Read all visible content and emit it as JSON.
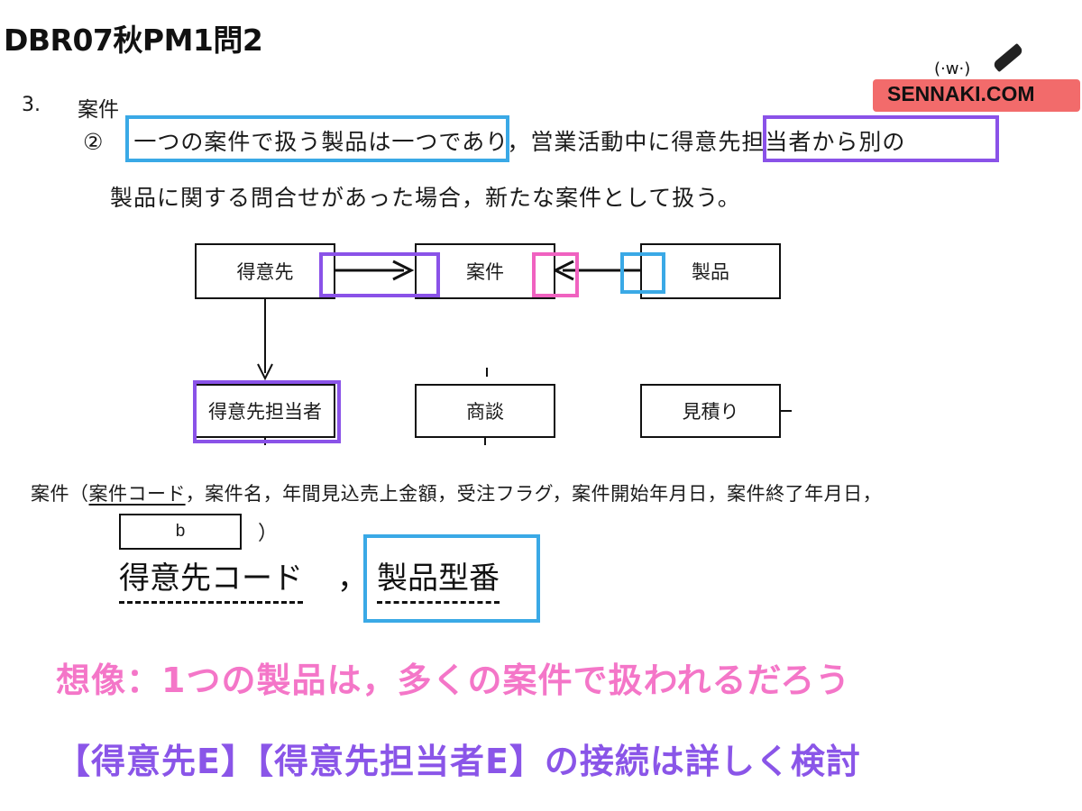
{
  "header": {
    "title": "DBR07秋PM1問2"
  },
  "logo": {
    "face": "(·w·)",
    "brand": "SENNAKI.COM"
  },
  "section": {
    "number": "3.",
    "title": "案件"
  },
  "rule": {
    "line1_marker": "②",
    "line1_part1": "一つの案件で扱う製品は一つ",
    "line1_part2": "であり，営業活動中に",
    "line1_part3": "得意先担当者から",
    "line1_part4": "別の",
    "line2": "製品に関する問合せがあった場合，新たな案件として扱う。"
  },
  "diagram": {
    "entities": {
      "customer": "得意先",
      "deal": "案件",
      "product": "製品",
      "customer_contact": "得意先担当者",
      "negotiation": "商談",
      "estimate": "見積り"
    }
  },
  "relation": {
    "prefix": "案件（",
    "key": "案件コード",
    "rest": "，案件名，年間見込売上金額，受注フラグ，案件開始年月日，案件終了年月日，",
    "blank_label": "b",
    "close": "）"
  },
  "answer": {
    "fk1": "得意先コード",
    "comma": "，",
    "fk2": "製品型番"
  },
  "notes": {
    "pink": "想像：1つの製品は，多くの案件で扱われるだろう",
    "purple": "【得意先E】【得意先担当者E】の接続は詳しく検討"
  },
  "colors": {
    "blue": "#3aa9e6",
    "purple": "#8a52e8",
    "pink": "#f062c0",
    "logo_bar": "#f26b6b",
    "note_pink": "#f476c8",
    "note_purple": "#8a55e8"
  }
}
